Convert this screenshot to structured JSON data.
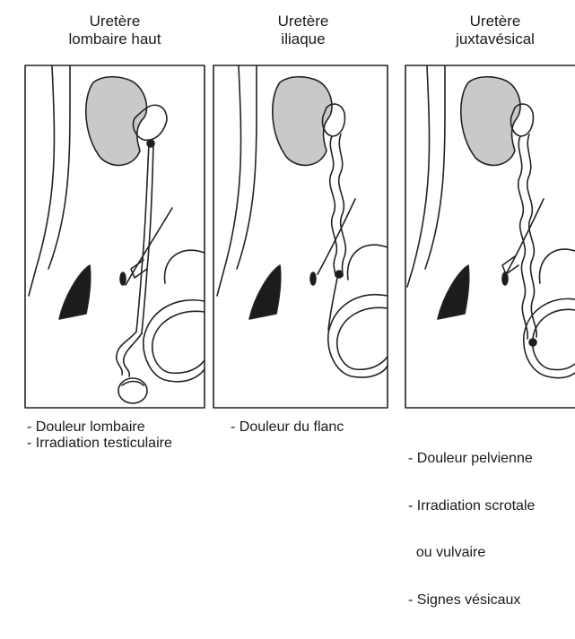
{
  "panels": [
    {
      "title_line1": "Uretère",
      "title_line2": "lombaire haut",
      "caption": [
        "- Douleur lombaire",
        "- Irradiation testiculaire"
      ]
    },
    {
      "title_line1": "Uretère",
      "title_line2": "iliaque",
      "caption": [
        "- Douleur du flanc"
      ]
    },
    {
      "title_line1": "Uretère",
      "title_line2": "juxtavésical",
      "caption": [
        "- Douleur pelvienne",
        "- Irradiation scrotale",
        "  ou vulvaire",
        "- Signes vésicaux"
      ]
    }
  ],
  "colors": {
    "kidney": "#c9c9c9",
    "bone": "#1c1c1c",
    "stroke": "#222222"
  }
}
